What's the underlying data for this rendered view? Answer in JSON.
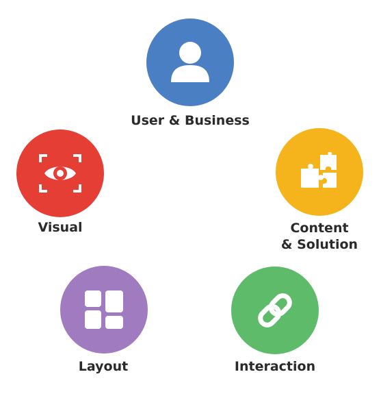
{
  "colors": {
    "user": "#4a7fc4",
    "visual": "#e53e35",
    "content": "#f6b41c",
    "layout": "#a07bbf",
    "interaction": "#5dbb6a",
    "text": "#2a2a2a"
  },
  "nodes": [
    {
      "id": "user",
      "label": "User & Business",
      "icon": "user-icon"
    },
    {
      "id": "visual",
      "label": "Visual",
      "icon": "eye-icon"
    },
    {
      "id": "content",
      "label_lines": [
        "Content",
        "& Solution"
      ],
      "icon": "puzzle-icon"
    },
    {
      "id": "layout",
      "label": "Layout",
      "icon": "layout-grid-icon"
    },
    {
      "id": "interaction",
      "label": "Interaction",
      "icon": "link-icon"
    }
  ]
}
